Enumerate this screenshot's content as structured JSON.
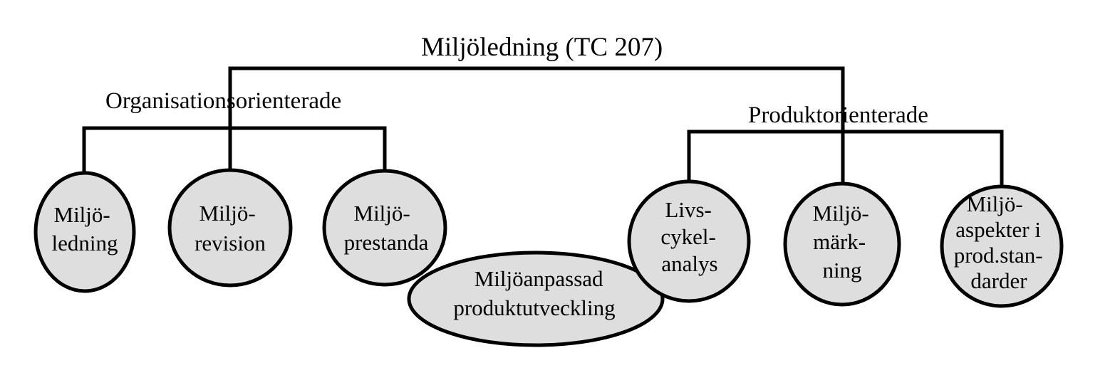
{
  "title": "Miljöledning (TC 207)",
  "groups": {
    "organisation": "Organisationsorienterade",
    "product": "Produktorienterade"
  },
  "nodes": {
    "miljoledning": [
      "Miljö-",
      "ledning"
    ],
    "miljorevision": [
      "Miljö-",
      "revision"
    ],
    "miljoprestanda": [
      "Miljö-",
      "prestanda"
    ],
    "miljoanpassad": [
      "Miljöanpassad",
      "produktutveckling"
    ],
    "livscykelanalys": [
      "Livs-",
      "cykel-",
      "analys"
    ],
    "miljomarkning": [
      "Miljö-",
      "märk-",
      "ning"
    ],
    "miljoaspekter": [
      "Miljö-",
      "aspekter i",
      "prod.stan-",
      "darder"
    ]
  }
}
